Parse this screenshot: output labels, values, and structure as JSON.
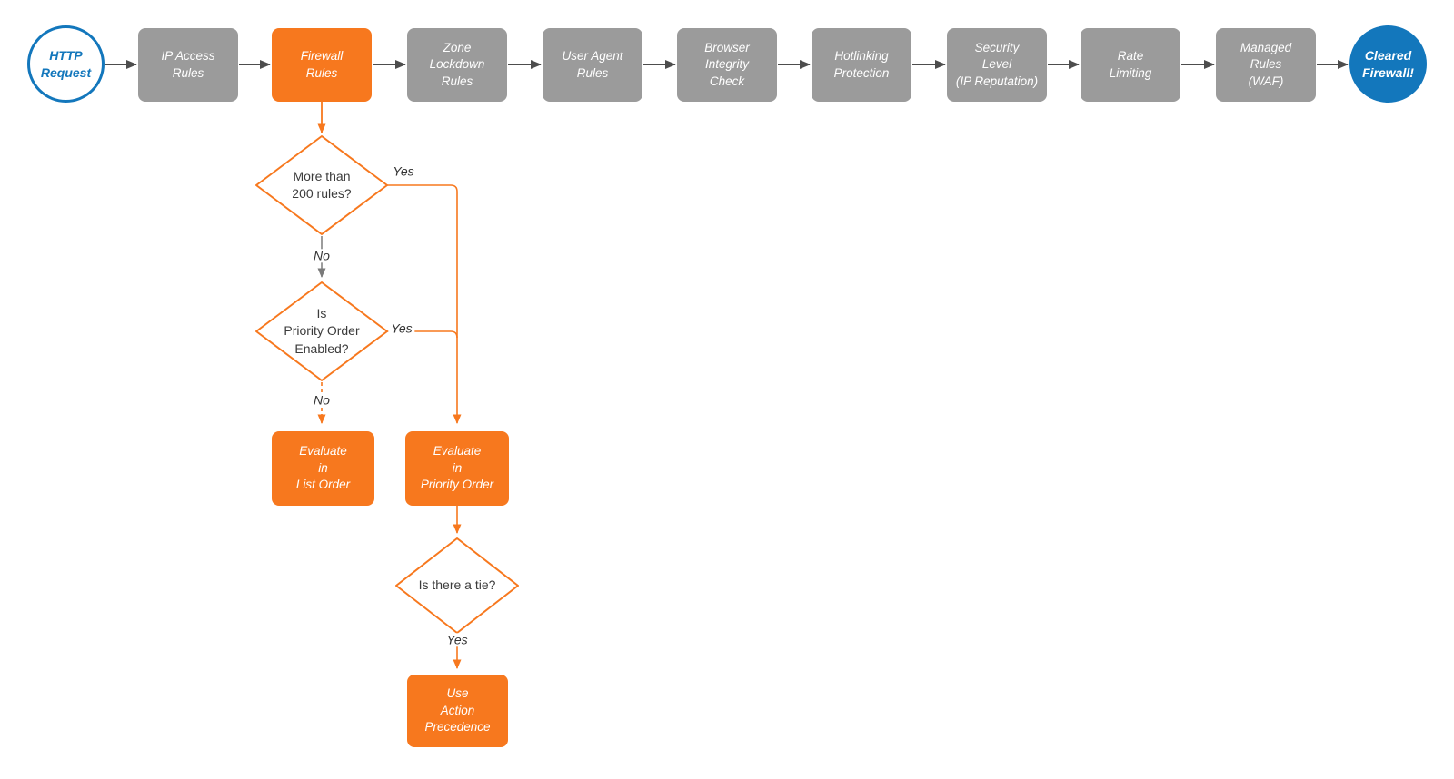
{
  "colors": {
    "orange": "#F7781E",
    "gray": "#9B9B9B",
    "blue": "#1377BC",
    "arrow": "#4D4D4D",
    "line_gray": "#7A7A7A",
    "text_dark": "#3B3B3B",
    "label_text": "#333333"
  },
  "pipeline": [
    {
      "label": "HTTP\nRequest"
    },
    {
      "label": "IP Access\nRules"
    },
    {
      "label": "Firewall\nRules"
    },
    {
      "label": "Zone\nLockdown\nRules"
    },
    {
      "label": "User Agent\nRules"
    },
    {
      "label": "Browser\nIntegrity\nCheck"
    },
    {
      "label": "Hotlinking\nProtection"
    },
    {
      "label": "Security\nLevel\n(IP Reputation)"
    },
    {
      "label": "Rate\nLimiting"
    },
    {
      "label": "Managed\nRules\n(WAF)"
    },
    {
      "label": "Cleared\nFirewall!"
    }
  ],
  "decisions": [
    {
      "label": "More than\n200 rules?"
    },
    {
      "label": "Is\nPriority Order\nEnabled?"
    },
    {
      "label": "Is there a tie?"
    }
  ],
  "actions": [
    {
      "label": "Evaluate\nin\nList Order"
    },
    {
      "label": "Evaluate\nin\nPriority Order"
    },
    {
      "label": "Use\nAction\nPrecedence"
    }
  ],
  "edge_labels": {
    "yes1": "Yes",
    "no1": "No",
    "yes2": "Yes",
    "no2": "No",
    "yes3": "Yes"
  }
}
